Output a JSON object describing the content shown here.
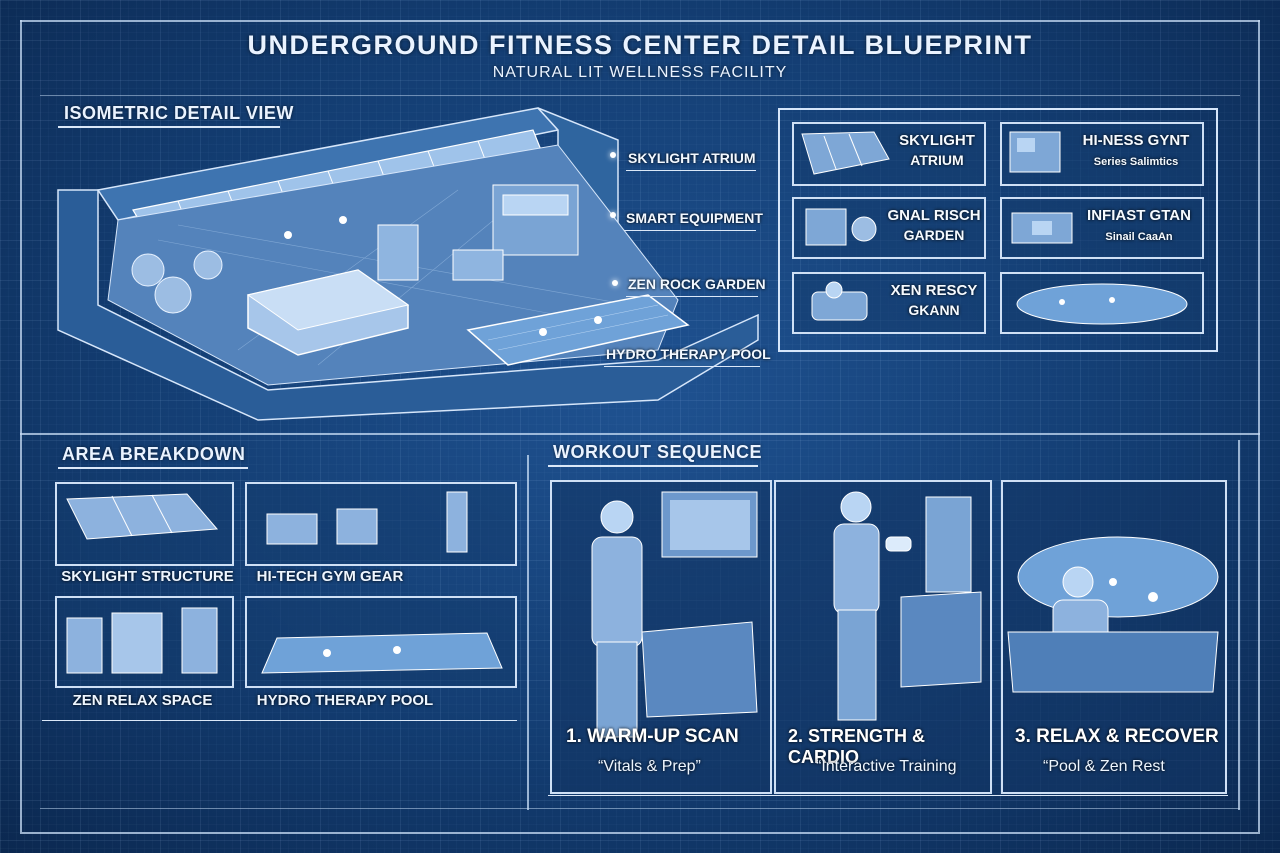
{
  "header": {
    "title": "UNDERGROUND FITNESS CENTER DETAIL BLUEPRINT",
    "subtitle": "NATURAL LIT WELLNESS FACILITY"
  },
  "isometric": {
    "heading": "ISOMETRIC DETAIL VIEW",
    "callouts": [
      "SKYLIGHT ATRIUM",
      "SMART EQUIPMENT",
      "ZEN ROCK GARDEN",
      "HYDRO THERAPY POOL"
    ]
  },
  "detail_panels": [
    {
      "line1": "SKYLIGHT",
      "line2": "ATRIUM"
    },
    {
      "line1": "HI-NESS GYNT",
      "line2": "Series Salimtics"
    },
    {
      "line1": "GNAL RISCH",
      "line2": "GARDEN"
    },
    {
      "line1": "INFIAST GTAN",
      "line2": "Sinail CaaAn"
    },
    {
      "line1": "XEN RESCY",
      "line2": "GKANN"
    },
    {
      "line1": "",
      "line2": ""
    }
  ],
  "area_breakdown": {
    "heading": "AREA BREAKDOWN",
    "items": [
      {
        "label": "SKYLIGHT STRUCTURE"
      },
      {
        "label": "HI-TECH GYM GEAR"
      },
      {
        "label": "ZEN RELAX SPACE"
      },
      {
        "label": "HYDRO THERAPY POOL"
      }
    ]
  },
  "workout": {
    "heading": "WORKOUT SEQUENCE",
    "steps": [
      {
        "title": "1. WARM-UP SCAN",
        "subtitle": "“Vitals & Prep”"
      },
      {
        "title": "2. STRENGTH & CARDIO",
        "subtitle": "“Interactive Training"
      },
      {
        "title": "3. RELAX & RECOVER",
        "subtitle": "“Pool & Zen Rest"
      }
    ]
  },
  "colors": {
    "background": "#133d72",
    "line": "#c8ddf5",
    "text": "#eaf3ff"
  }
}
